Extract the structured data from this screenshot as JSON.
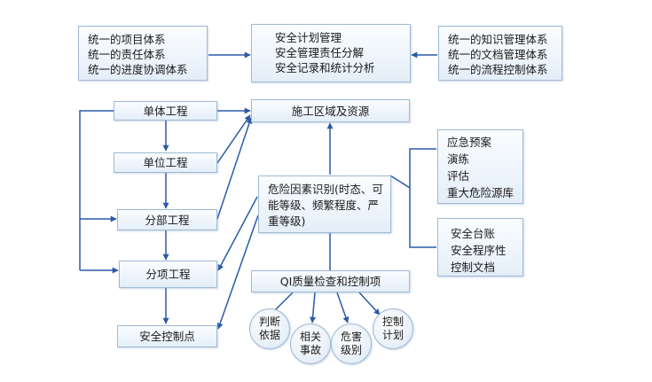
{
  "left_top": [
    "统一的项目体系",
    "统一的责任体系",
    "统一的进度协调体系"
  ],
  "center_top": [
    "安全计划管理",
    "安全管理责任分解",
    "安全记录和统计分析"
  ],
  "right_top": [
    "统一的知识管理体系",
    "统一的文档管理体系",
    "统一的流程控制体系"
  ],
  "chain": {
    "danti": "单体工程",
    "danwei": "单位工程",
    "fenbu": "分部工程",
    "fenxiang": "分项工程",
    "kongzhidian": "安全控制点"
  },
  "area": "施工区域及资源",
  "hazard": "危险因素识别(时态、可能等级、频繁程度、严重等级)",
  "qi": "QI质量检查和控制项",
  "emergency": [
    "应急预案",
    "演练",
    "评估",
    "重大危险源库"
  ],
  "ledger": [
    "安全台账",
    "安全程序性",
    "控制文档"
  ],
  "circles": {
    "judge": "判断依据",
    "accident": "相关事故",
    "level": "危害级别",
    "plan": "控制计划"
  },
  "colors": {
    "arrow": "#2a5aa8",
    "border": "#9fb9d6"
  }
}
